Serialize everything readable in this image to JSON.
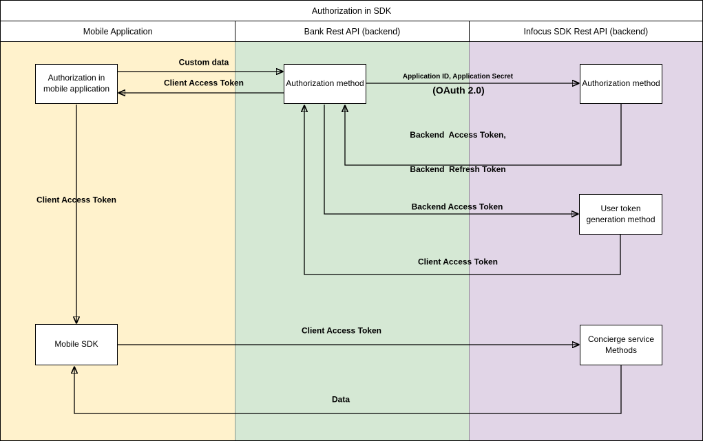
{
  "title": "Authorization in SDK",
  "lanes": [
    {
      "label": "Mobile Application",
      "color": "#fff2cc"
    },
    {
      "label": "Bank Rest API (backend)",
      "color": "#d5e8d4"
    },
    {
      "label": "Infocus SDK Rest API (backend)",
      "color": "#e1d5e7"
    }
  ],
  "nodes": {
    "auth_mobile": "Authorization in mobile application",
    "auth_method_bank": "Authorization method",
    "auth_method_sdk": "Authorization method",
    "user_token_gen": "User token generation method",
    "mobile_sdk": "Mobile SDK",
    "concierge": "Concierge service Methods"
  },
  "edges": {
    "custom_data": "Custom data",
    "client_access_token_to_app": "Client Access Token",
    "application_id_secret": "Application ID, Application Secret",
    "oauth": "(OAuth 2.0)",
    "backend_tokens_line1": "Backend  Access Token,",
    "backend_tokens_line2": "Backend  Refresh Token",
    "backend_access_token": "Backend Access Token",
    "client_access_token_return": "Client Access Token",
    "client_access_token_down": "Client Access Token",
    "client_access_token_to_concierge": "Client Access Token",
    "data": "Data"
  },
  "colors": {
    "box_fill": "#ffffff",
    "line": "#000000"
  }
}
